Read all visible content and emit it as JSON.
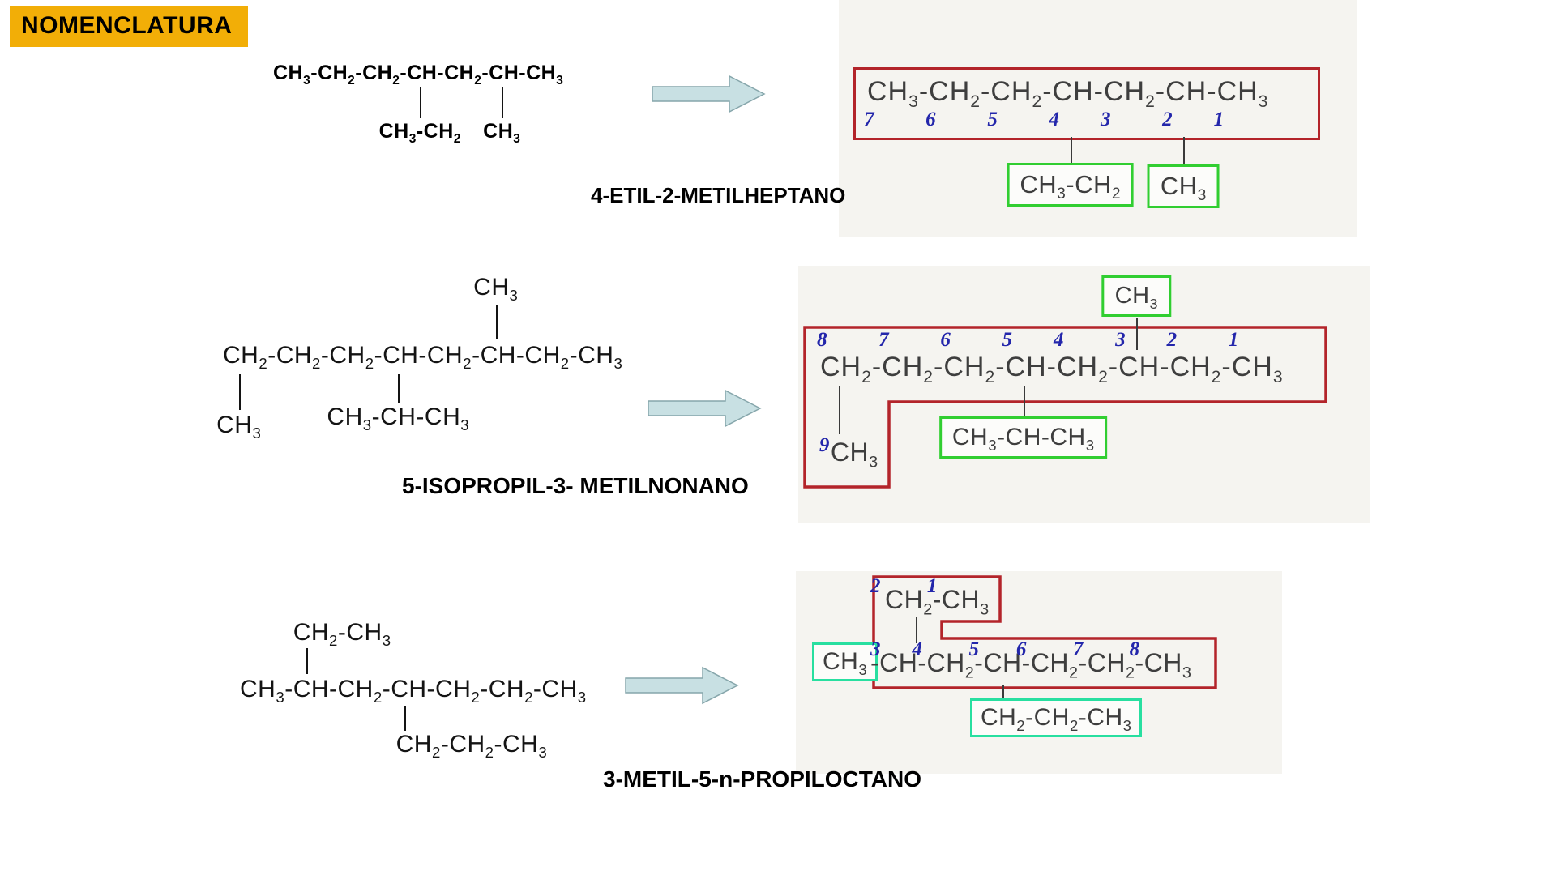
{
  "title": "NOMENCLATURA",
  "colors": {
    "title_bg": "#F2AE07",
    "main_chain_outline": "#B3242A",
    "substituent_outline_green": "#31CE31",
    "substituent_outline_teal": "#28DFA0",
    "carbon_number_blue": "#2326AB",
    "arrow_fill": "#C8E0E3"
  },
  "icons": {
    "arrow": "block-arrow-right"
  },
  "examples": [
    {
      "caption": "4-ETIL-2-METILHEPTANO",
      "left": {
        "main": "CH3-CH2-CH2-CH-CH2-CH-CH3",
        "branch_ethyl": "CH3-CH2",
        "branch_methyl": "CH3"
      },
      "right": {
        "numbered_chain": [
          {
            "f": "CH3",
            "n": "7"
          },
          {
            "f": "CH2",
            "n": "6"
          },
          {
            "f": "CH2",
            "n": "5"
          },
          {
            "f": "CH",
            "n": "4"
          },
          {
            "f": "CH2",
            "n": "3"
          },
          {
            "f": "CH",
            "n": "2"
          },
          {
            "f": "CH3",
            "n": "1"
          }
        ],
        "ethyl_box": "CH3-CH2",
        "methyl_box": "CH3"
      }
    },
    {
      "caption": "5-ISOPROPIL-3- METILNONANO",
      "left": {
        "top_methyl": "CH3",
        "main": "CH2-CH2-CH2-CH-CH2-CH-CH2-CH3",
        "bottom_methyl": "CH3",
        "isopropyl": "CH3-CH-CH3"
      },
      "right": {
        "top_methyl_box": "CH3",
        "numbered_chain": [
          {
            "f": "CH2",
            "n": "8"
          },
          {
            "f": "CH2",
            "n": "7"
          },
          {
            "f": "CH2",
            "n": "6"
          },
          {
            "f": "CH",
            "n": "5"
          },
          {
            "f": "CH2",
            "n": "4"
          },
          {
            "f": "CH",
            "n": "3"
          },
          {
            "f": "CH2",
            "n": "2"
          },
          {
            "f": "CH3",
            "n": "1"
          }
        ],
        "c9_number": "9",
        "c9_formula": "CH3",
        "isopropyl_box": "CH3-CH-CH3"
      }
    },
    {
      "caption": "3-METIL-5-n-PROPILOCTANO",
      "left": {
        "top_ethyl": "CH2-CH3",
        "main": "CH3-CH-CH2-CH-CH2-CH2-CH3",
        "propyl": "CH2-CH2-CH3"
      },
      "right": {
        "ethyl_branch_chain": [
          {
            "f": "CH2",
            "n": "2"
          },
          {
            "f": "CH3",
            "n": "1"
          }
        ],
        "methyl_box": "CH3",
        "numbered_chain": [
          {
            "f": "-CH",
            "n": "3"
          },
          {
            "f": "CH2",
            "n": "4"
          },
          {
            "f": "CH",
            "n": "5"
          },
          {
            "f": "CH2",
            "n": "6"
          },
          {
            "f": "CH2",
            "n": "7"
          },
          {
            "f": "CH3",
            "n": "8"
          }
        ],
        "propyl_box": "CH2-CH2-CH3"
      }
    }
  ]
}
